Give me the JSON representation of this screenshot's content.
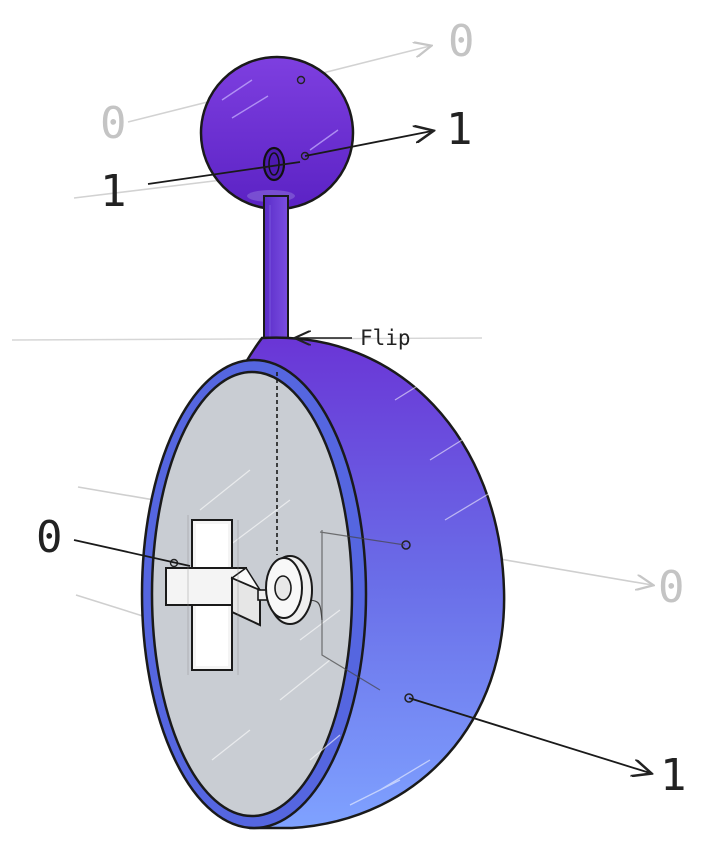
{
  "labels": {
    "top_right": "0",
    "top_left": "0",
    "upper_right": "1",
    "upper_left": "1",
    "flip": "Flip",
    "mid_left": "0",
    "mid_right": "0",
    "bottom_right": "1"
  },
  "colors": {
    "sphere_top": "#6a2fd0",
    "hemisphere_top": "#6c3dd8",
    "hemisphere_bottom": "#7b9cff",
    "face": "#c9cdd3",
    "ink": "#1a1a1a",
    "faint_line": "#cfcfcf"
  }
}
